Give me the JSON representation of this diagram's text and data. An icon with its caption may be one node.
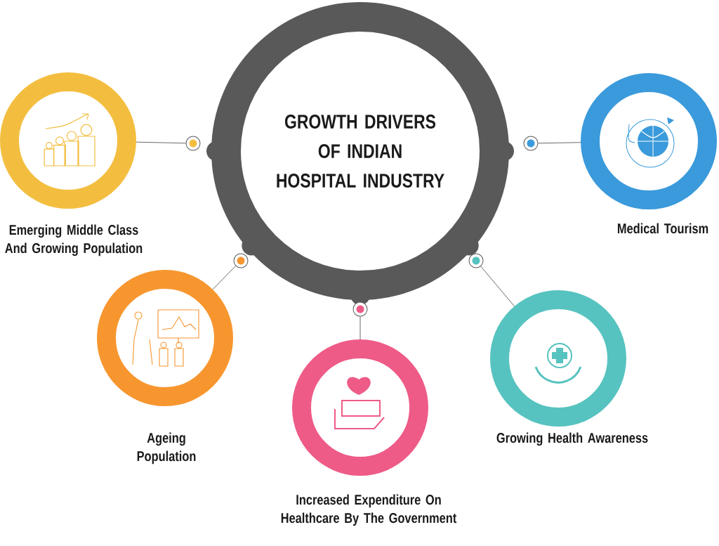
{
  "diagram": {
    "nodes": [
      {
        "text": [
          "GROWTH DRIVERS OF INDIAN HOSPITAL INDUSTRY"
        ]
      },
      {
        "text": [
          "Emerging Middle Class And Growing Population"
        ]
      },
      {
        "text": [
          "Medical Tourism"
        ]
      },
      {
        "text": [
          "Ageing Population"
        ]
      },
      {
        "text": [
          "Increased Expenditure On Healthcare By The Government"
        ]
      },
      {
        "text": [
          "Growing Health Awareness"
        ]
      },
      {
        "text": [],
        "shape": "circle"
      },
      {
        "text": [],
        "shape": "circle"
      },
      {
        "text": [],
        "shape": "circle"
      },
      {
        "text": [],
        "shape": "circle"
      },
      {
        "text": [],
        "shape": "circle"
      }
    ],
    "edges": [
      {
        "from": 1,
        "to": 6,
        "arrow": "none"
      },
      {
        "from": 2,
        "to": 7,
        "arrow": "none"
      },
      {
        "from": 3,
        "to": 8,
        "arrow": "none"
      },
      {
        "from": 5,
        "to": 9,
        "arrow": "none"
      },
      {
        "from": 4,
        "to": 10,
        "arrow": "none"
      }
    ]
  }
}
